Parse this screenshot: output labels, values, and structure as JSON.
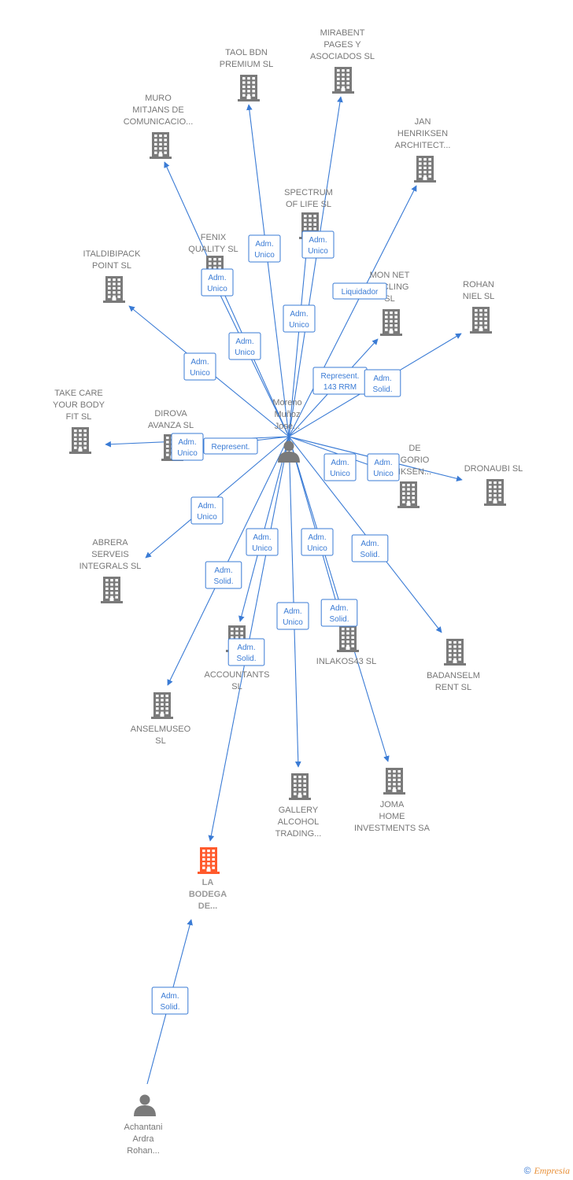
{
  "colors": {
    "edge": "#3a7bd5",
    "company": "#7a7a7a",
    "highlight": "#ff5a2c",
    "person": "#7a7a7a"
  },
  "nodes": [
    {
      "id": "moreno",
      "type": "person",
      "label": [
        "Moreno",
        "Muñoz",
        "Jose..."
      ]
    },
    {
      "id": "achantani",
      "type": "person",
      "label": [
        "Achantani",
        "Ardra",
        "Rohan..."
      ]
    },
    {
      "id": "taol",
      "type": "company",
      "label": [
        "TAOL BDN",
        "PREMIUM  SL"
      ]
    },
    {
      "id": "mirabent",
      "type": "company",
      "label": [
        "MIRABENT",
        "PAGES Y",
        "ASOCIADOS SL"
      ]
    },
    {
      "id": "muro",
      "type": "company",
      "label": [
        "MURO",
        "MITJANS DE",
        "COMUNICACIO..."
      ]
    },
    {
      "id": "jan",
      "type": "company",
      "label": [
        "JAN",
        "HENRIKSEN",
        "ARCHITECT..."
      ]
    },
    {
      "id": "spectrum",
      "type": "company",
      "label": [
        "SPECTRUM",
        "OF LIFE  SL"
      ]
    },
    {
      "id": "fenix",
      "type": "company",
      "label": [
        "FENIX",
        "QUALITY  SL"
      ]
    },
    {
      "id": "italdibipack",
      "type": "company",
      "label": [
        "ITALDIBIPACK",
        "POINT  SL"
      ]
    },
    {
      "id": "monnet",
      "type": "company",
      "label": [
        "MON NET",
        "CYCLING",
        "SL"
      ]
    },
    {
      "id": "rohan",
      "type": "company",
      "label": [
        "ROHAN",
        "NIEL  SL"
      ]
    },
    {
      "id": "takecare",
      "type": "company",
      "label": [
        "TAKE CARE",
        "YOUR BODY",
        "FIT  SL"
      ]
    },
    {
      "id": "dirova",
      "type": "company",
      "label": [
        "DIROVA",
        "AVANZA  SL"
      ]
    },
    {
      "id": "degorio",
      "type": "company",
      "label": [
        "DE",
        "GORIO",
        "IKSEN..."
      ]
    },
    {
      "id": "dronaubi",
      "type": "company",
      "label": [
        "DRONAUBI  SL"
      ]
    },
    {
      "id": "abrera",
      "type": "company",
      "label": [
        "ABRERA",
        "SERVEIS",
        "INTEGRALS  SL"
      ]
    },
    {
      "id": "mm",
      "type": "company",
      "label": [
        "MM",
        "ACCOUNTANTS",
        "SL"
      ]
    },
    {
      "id": "inlakos",
      "type": "company",
      "label": [
        "INLAKOS43  SL"
      ]
    },
    {
      "id": "badanselm",
      "type": "company",
      "label": [
        "BADANSELM",
        "RENT  SL"
      ]
    },
    {
      "id": "anselmuseo",
      "type": "company",
      "label": [
        "ANSELMUSEO",
        "SL"
      ]
    },
    {
      "id": "gallery",
      "type": "company",
      "label": [
        "GALLERY",
        "ALCOHOL",
        "TRADING..."
      ]
    },
    {
      "id": "joma",
      "type": "company",
      "label": [
        "JOMA",
        "HOME",
        "INVESTMENTS SA"
      ]
    },
    {
      "id": "labodega",
      "type": "company",
      "highlight": true,
      "label": [
        "LA",
        "BODEGA",
        "DE..."
      ]
    }
  ],
  "edges": [
    {
      "from": "moreno",
      "to": "taol",
      "label": [
        "Adm.",
        "Unico"
      ]
    },
    {
      "from": "moreno",
      "to": "mirabent",
      "label": [
        "Adm.",
        "Unico"
      ]
    },
    {
      "from": "moreno",
      "to": "spectrum",
      "label": [
        "Adm.",
        "Unico"
      ]
    },
    {
      "from": "moreno",
      "to": "muro",
      "label": [
        "Adm.",
        "Unico"
      ]
    },
    {
      "from": "moreno",
      "to": "fenix",
      "label": [
        "Adm.",
        "Unico"
      ]
    },
    {
      "from": "moreno",
      "to": "jan",
      "label": [
        "Liquidador"
      ]
    },
    {
      "from": "moreno",
      "to": "italdibipack",
      "label": [
        "Adm.",
        "Unico"
      ]
    },
    {
      "from": "moreno",
      "to": "monnet",
      "label": [
        "Represent.",
        "143 RRM"
      ]
    },
    {
      "from": "moreno",
      "to": "rohan",
      "label": [
        "Adm.",
        "Solid."
      ]
    },
    {
      "from": "moreno",
      "to": "takecare",
      "label": [
        "Adm.",
        "Unico"
      ]
    },
    {
      "from": "moreno",
      "to": "dirova",
      "label": [
        "Represent."
      ]
    },
    {
      "from": "moreno",
      "to": "degorio",
      "label": [
        "Adm.",
        "Unico"
      ]
    },
    {
      "from": "moreno",
      "to": "dronaubi",
      "label": [
        "Adm.",
        "Unico"
      ]
    },
    {
      "from": "moreno",
      "to": "abrera",
      "label": [
        "Adm.",
        "Unico"
      ]
    },
    {
      "from": "moreno",
      "to": "mm",
      "label": [
        "Adm.",
        "Unico"
      ]
    },
    {
      "from": "moreno",
      "to": "inlakos",
      "label": [
        "Adm.",
        "Unico"
      ]
    },
    {
      "from": "moreno",
      "to": "badanselm",
      "label": [
        "Adm.",
        "Solid."
      ]
    },
    {
      "from": "moreno",
      "to": "anselmuseo",
      "label": [
        "Adm.",
        "Solid."
      ]
    },
    {
      "from": "moreno",
      "to": "gallery",
      "label": [
        "Adm.",
        "Unico"
      ]
    },
    {
      "from": "moreno",
      "to": "joma",
      "label": [
        "Adm.",
        "Solid."
      ]
    },
    {
      "from": "moreno",
      "to": "labodega",
      "label": [
        "Adm.",
        "Solid."
      ]
    },
    {
      "from": "achantani",
      "to": "labodega",
      "label": [
        "Adm.",
        "Solid."
      ]
    }
  ],
  "footer": {
    "copyright": "©",
    "brand": "Empresia"
  }
}
